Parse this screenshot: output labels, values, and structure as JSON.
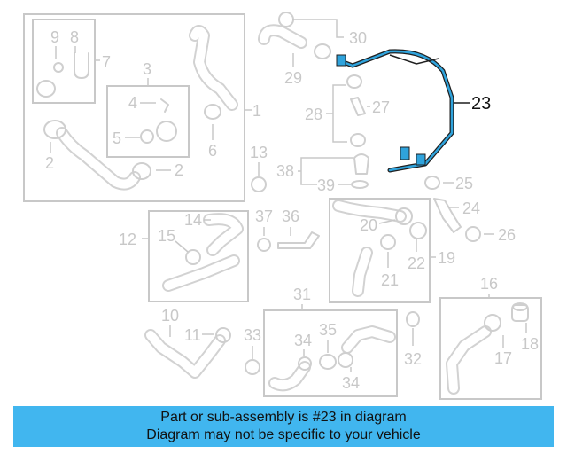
{
  "callouts": {
    "c1": "1",
    "c2a": "2",
    "c2b": "2",
    "c3": "3",
    "c4": "4",
    "c5": "5",
    "c6": "6",
    "c7": "7",
    "c8": "8",
    "c9": "9",
    "c10": "10",
    "c11": "11",
    "c12": "12",
    "c13": "13",
    "c14": "14",
    "c15": "15",
    "c16": "16",
    "c17": "17",
    "c18": "18",
    "c19": "19",
    "c20": "20",
    "c21": "21",
    "c22": "22",
    "c23": "23",
    "c24": "24",
    "c25": "25",
    "c26": "26",
    "c27": "27",
    "c28": "28",
    "c29": "29",
    "c30": "30",
    "c31": "31",
    "c32": "32",
    "c33": "33",
    "c34a": "34",
    "c34b": "34",
    "c35": "35",
    "c36": "36",
    "c37": "37",
    "c38": "38",
    "c39": "39"
  },
  "highlight": {
    "part_number": "23",
    "color": "#2fa3dc"
  },
  "banner": {
    "line1": "Part or sub-assembly is #23 in diagram",
    "line2": "Diagram may not be specific to your vehicle",
    "background": "#41b6ef"
  }
}
